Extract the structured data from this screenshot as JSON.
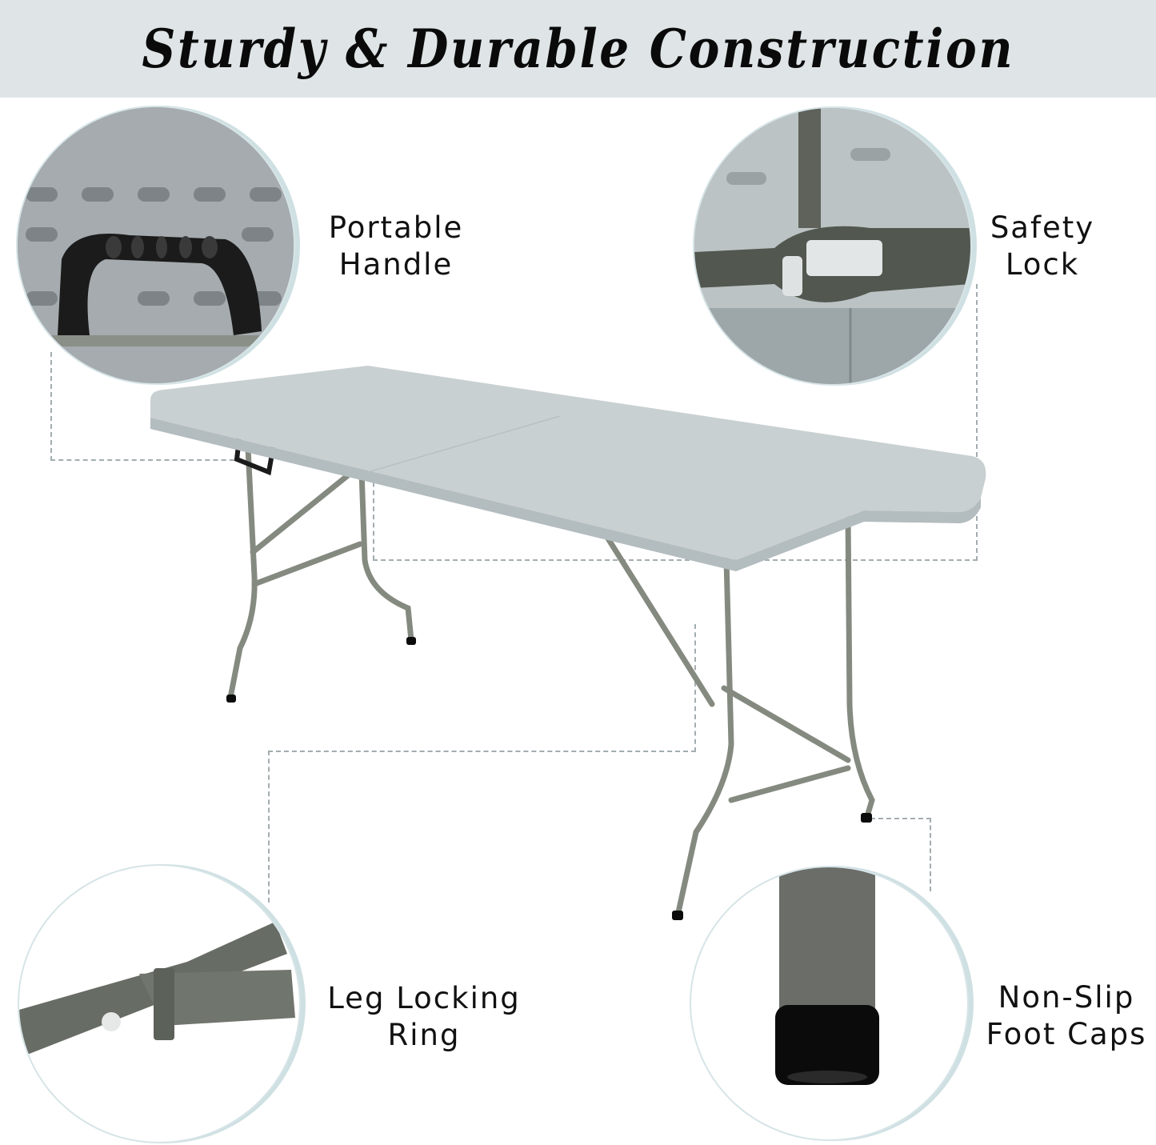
{
  "banner": {
    "title": "Sturdy & Durable Construction"
  },
  "features": [
    {
      "id": "portable-handle",
      "line1": "Portable",
      "line2": "Handle"
    },
    {
      "id": "safety-lock",
      "line1": "Safety",
      "line2": "Lock"
    },
    {
      "id": "leg-locking-ring",
      "line1": "Leg Locking",
      "line2": "Ring"
    },
    {
      "id": "non-slip-foot-caps",
      "line1": "Non-Slip",
      "line2": "Foot Caps"
    }
  ],
  "colors": {
    "banner_bg": "#dfe5e6",
    "tabletop": "#c9d0d2",
    "tabletop_edge": "#b3bcbf",
    "frame": "#7d8279",
    "frame_dark": "#5d625c",
    "plastic_underside": "#a9afb2",
    "handle_strap": "#1b1b1b",
    "foot_cap": "#0b0b0b",
    "circle_ring": "#cfe0e3",
    "dashed_line": "#a3adb0"
  }
}
